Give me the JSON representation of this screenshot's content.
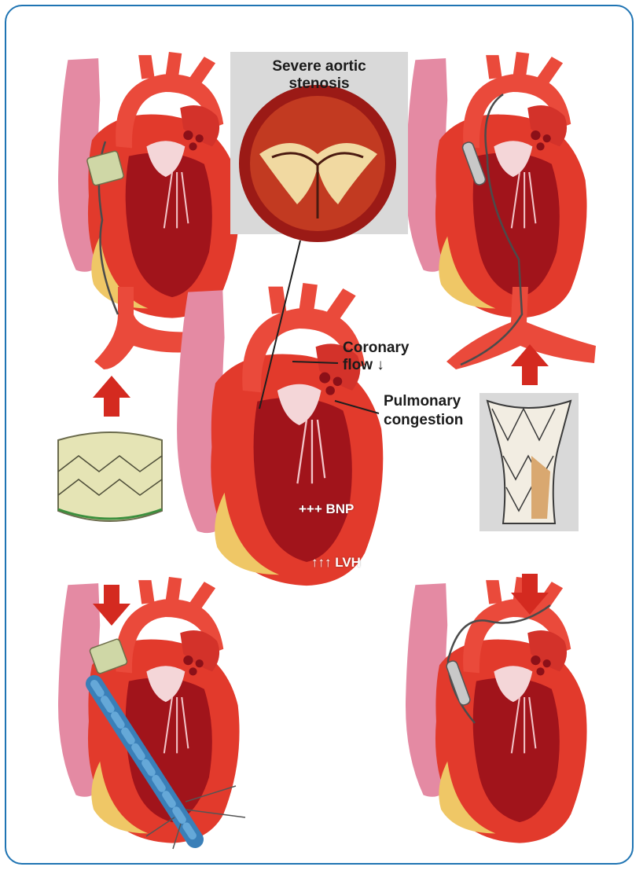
{
  "figure": {
    "inset": {
      "title_line1": "Severe aortic",
      "title_line2": "stenosis"
    },
    "annotations": {
      "coronary_line1": "Coronary",
      "coronary_line2": "flow ↓",
      "pulmonary_line1": "Pulmonary",
      "pulmonary_line2": "congestion",
      "bnp": "+++ BNP",
      "lvh": "↑↑↑ LVH"
    },
    "colors": {
      "border": "#1f74b3",
      "arrow": "#d42a20",
      "myocardium": "#e23a2c",
      "chamber": "#a1141b",
      "vessel": "#ea4a3b",
      "pink_tissue": "#e48aa3",
      "fat": "#efc766",
      "panel_grey": "#d9d9d9"
    }
  }
}
